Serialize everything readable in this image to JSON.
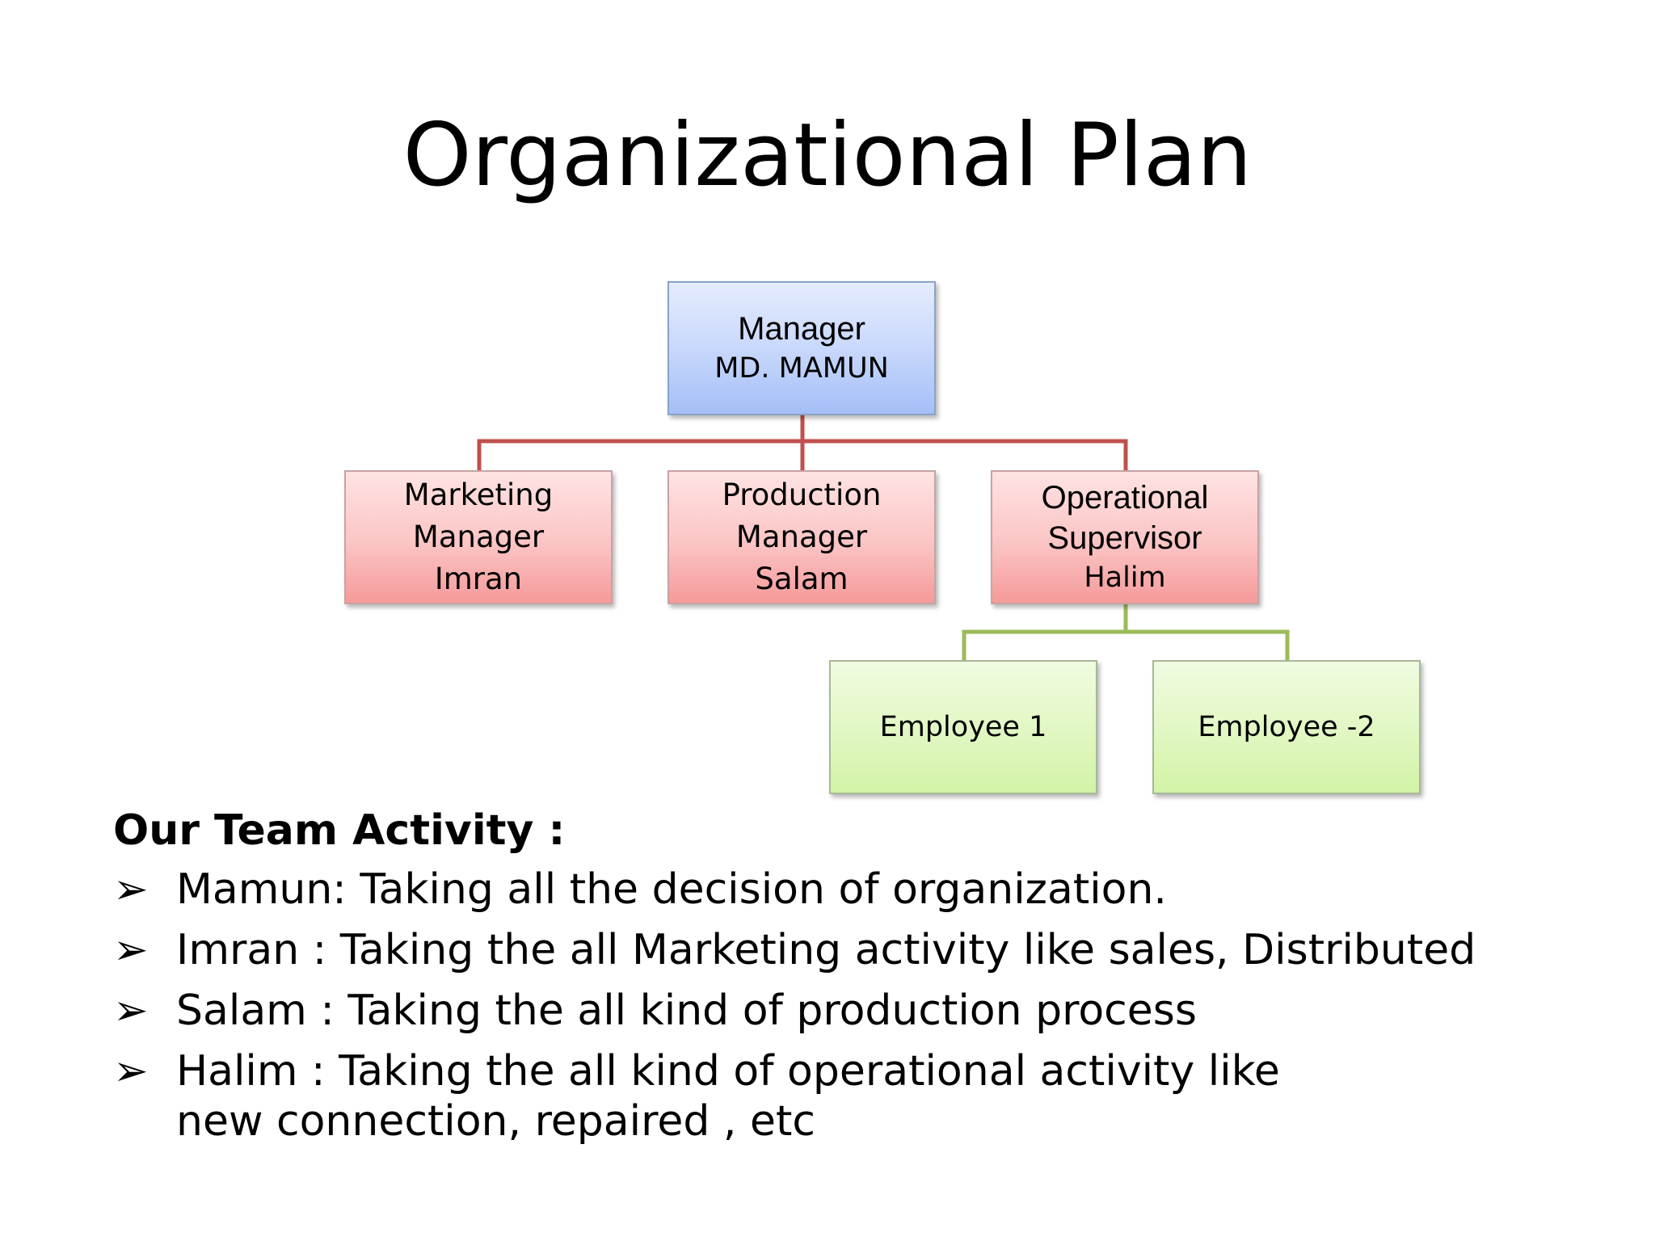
{
  "title": "Organizational Plan",
  "colors": {
    "connector_red": "#c0504d",
    "connector_green": "#9bbb59",
    "node_blue": "#a4bff8",
    "node_red": "#f59a9a",
    "node_green": "#d2f3a6"
  },
  "org_chart": {
    "root": {
      "role": "Manager",
      "name": "MD. MAMUN"
    },
    "managers": [
      {
        "lines": [
          "Marketing",
          "Manager",
          "Imran"
        ]
      },
      {
        "lines": [
          "Production",
          "Manager",
          "Salam"
        ]
      },
      {
        "lines": [
          "Operational",
          "Supervisor",
          "Halim"
        ]
      }
    ],
    "employees": [
      {
        "label": "Employee 1"
      },
      {
        "label": "Employee -2"
      }
    ]
  },
  "activity": {
    "heading": "Our Team Activity :",
    "bullet_icon": "right-arrowhead-icon",
    "items": [
      "Mamun:  Taking all the decision of organization.",
      "Imran : Taking the all Marketing activity  like sales, Distributed",
      "Salam : Taking the all kind of production process",
      "Halim : Taking the all kind of operational activity like new connection, repaired , etc"
    ]
  }
}
